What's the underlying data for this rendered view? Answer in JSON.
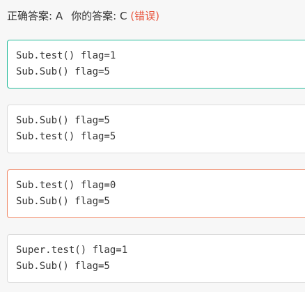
{
  "result": {
    "correct_label": "正确答案:",
    "correct_value": "A",
    "your_label": "你的答案:",
    "your_value": "C",
    "status": "(错误)",
    "status_color": "#e8563f"
  },
  "options": [
    {
      "state": "correct",
      "lines": [
        "Sub.test() flag=1",
        "Sub.Sub() flag=5"
      ]
    },
    {
      "state": "neutral",
      "lines": [
        "Sub.Sub() flag=5",
        "Sub.test() flag=5"
      ]
    },
    {
      "state": "wrong",
      "lines": [
        "Sub.test() flag=0",
        "Sub.Sub() flag=5"
      ]
    },
    {
      "state": "neutral",
      "lines": [
        "Super.test() flag=1",
        "Sub.Sub() flag=5"
      ]
    }
  ],
  "colors": {
    "correct_border": "#25bb9b",
    "wrong_border": "#f08a69",
    "neutral_border": "#dcdcdc",
    "text": "#333333",
    "background": "#f7f7f7"
  }
}
